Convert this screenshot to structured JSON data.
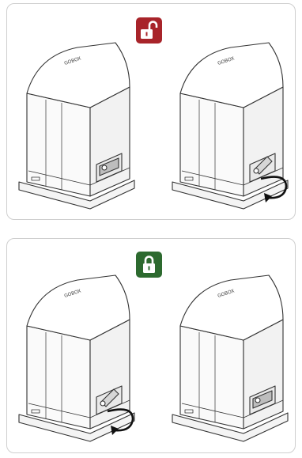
{
  "steps": [
    {
      "id": "unlock",
      "badge": {
        "icon": "unlocked-padlock-icon",
        "color": "#a8242a"
      },
      "units": [
        {
          "model_label": "GOBOX",
          "release_lever": "closed",
          "arrow": false
        },
        {
          "model_label": "GOBOX",
          "release_lever": "opened",
          "arrow": true
        }
      ]
    },
    {
      "id": "lock",
      "badge": {
        "icon": "locked-padlock-icon",
        "color": "#2d6a2f"
      },
      "units": [
        {
          "model_label": "GOBOX",
          "release_lever": "opened",
          "arrow": true
        },
        {
          "model_label": "GOBOX",
          "release_lever": "closed",
          "arrow": false
        }
      ]
    }
  ],
  "colors": {
    "outline": "#333333",
    "panel_border": "#cfcfcf"
  }
}
